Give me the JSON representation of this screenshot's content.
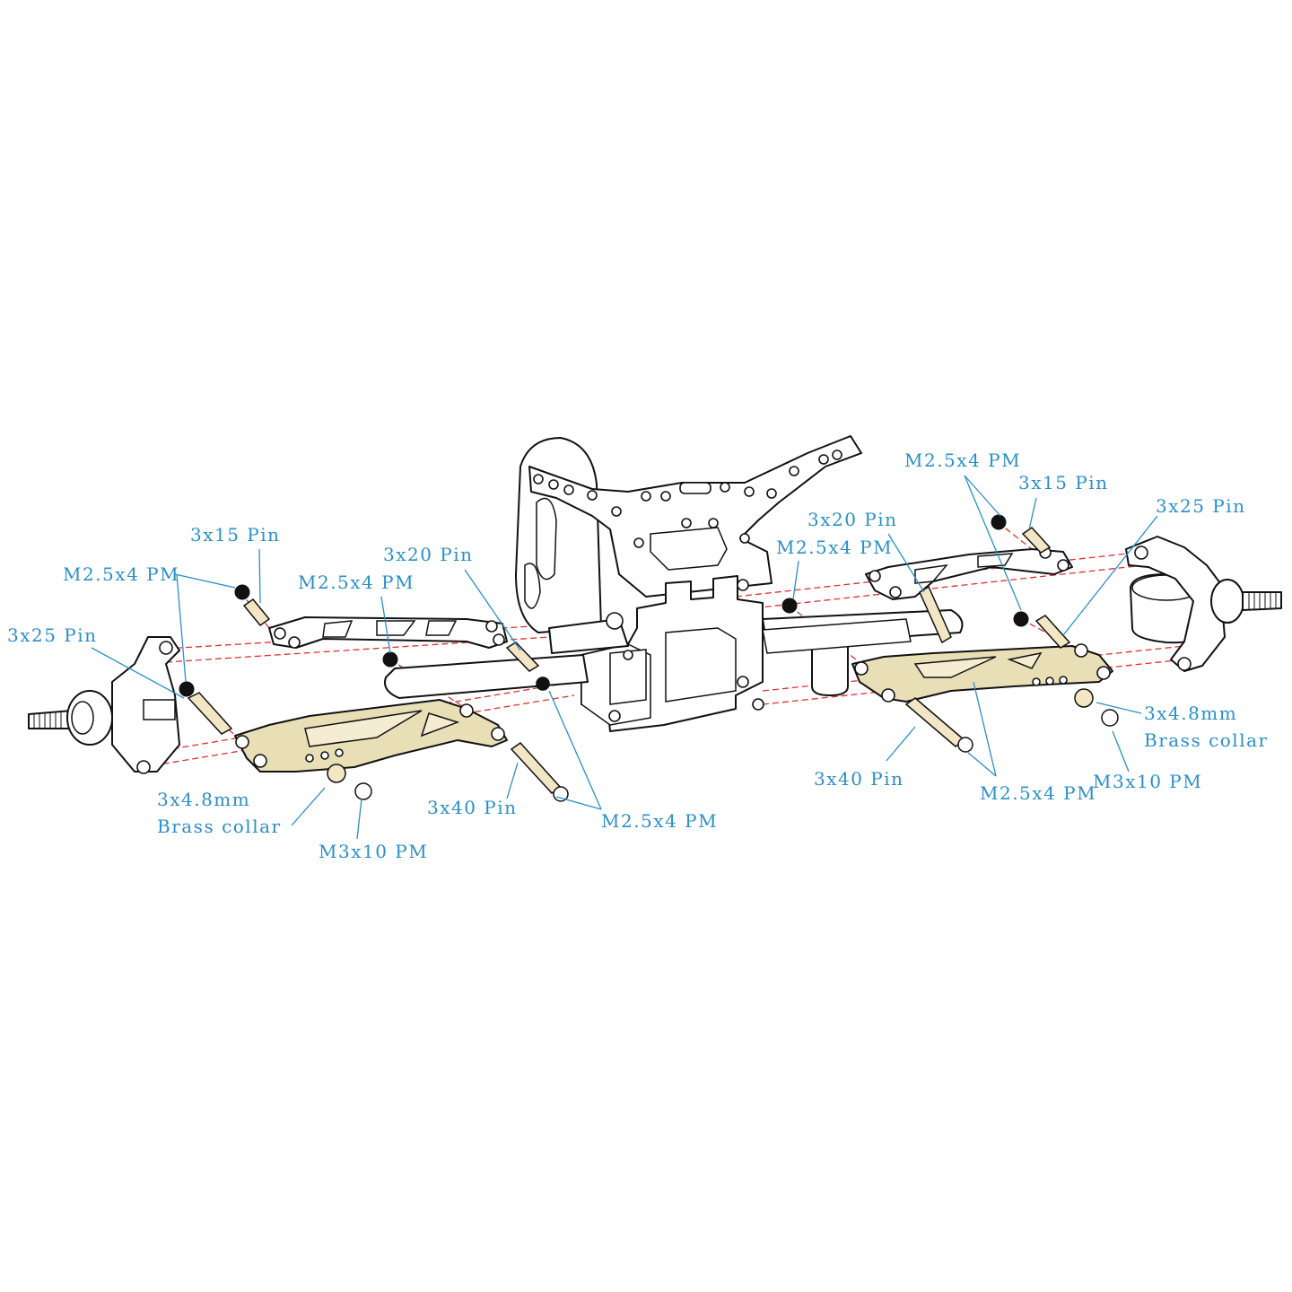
{
  "colors": {
    "label": "#2a8fc8",
    "leader": "#2a8fc8",
    "guide_line": "#e03030",
    "outline": "#111111",
    "arm_fill": "#e9dfb7",
    "pin_fill": "#f2e6c4"
  },
  "labels": {
    "left_pin_3x25": "3x25 Pin",
    "left_screw_m25_outer": "M2.5x4 PM",
    "left_pin_3x15": "3x15 Pin",
    "left_screw_m25_upper": "M2.5x4 PM",
    "left_pin_3x20": "3x20 Pin",
    "left_collar_size": "3x4.8mm",
    "left_collar_name": "Brass collar",
    "left_screw_m3x10": "M3x10 PM",
    "left_pin_3x40": "3x40 Pin",
    "left_screw_m25_lower": "M2.5x4 PM",
    "right_screw_m25_top": "M2.5x4 PM",
    "right_pin_3x15": "3x15 Pin",
    "right_pin_3x20": "3x20 Pin",
    "right_screw_m25_mid": "M2.5x4 PM",
    "right_pin_3x25": "3x25 Pin",
    "right_collar_size": "3x4.8mm",
    "right_collar_name": "Brass collar",
    "right_pin_3x40": "3x40 Pin",
    "right_screw_m25_lower": "M2.5x4 PM",
    "right_screw_m3x10": "M3x10 PM"
  }
}
